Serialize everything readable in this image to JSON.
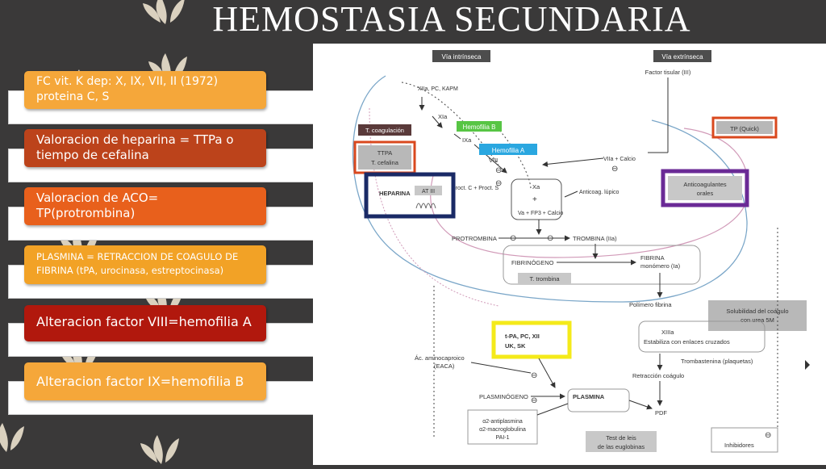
{
  "title": "HEMOSTASIA SECUNDARIA",
  "colors": {
    "background": "#3a3939",
    "leaf": "#ece2cf",
    "pill_yellow": "#f5a623",
    "pill_orange": "#e2611c",
    "pill_red": "#b1180d"
  },
  "items": [
    {
      "text": "FC vit. K dep: X, IX, VII, II (1972) proteina C, S"
    },
    {
      "text": "Valoracion de heparina = TTPa o tiempo de cefalina"
    },
    {
      "text": "Valoracion de ACO= TP(protrombina)"
    },
    {
      "text": "PLASMINA = RETRACCION DE COAGULO DE FIBRINA (tPA, urocinasa, estreptocinasa)"
    },
    {
      "text": "Alteracion factor VIII=hemofilia A"
    },
    {
      "text": "Alteracion factor IX=hemofilia B"
    }
  ],
  "diagram": {
    "via_intrinseca": "Vía intrínseca",
    "via_extrinseca": "Vía extrínseca",
    "factor_tisular": "Factor tisular (III)",
    "xiia": "XIIa, PC, KAPM",
    "xia": "XIa",
    "ixa": "IXa",
    "viii": "VIII",
    "xa": "Xa",
    "plus": "+",
    "va": "Va + FP3 + Calcio",
    "viia": "VIIa + Calcio",
    "proct_c": "Proct. C + Proct. S",
    "anticoag_lupico": "Anticoag. lúpico",
    "t_coagulacion": "T. coagulación",
    "ttpa_l1": "TTPA",
    "ttpa_l2": "T. cefalina",
    "heparina": "HEPARINA",
    "at3": "AT III",
    "hemofilia_b": "Hemofilia B",
    "hemofilia_a": "Hemofilia A",
    "tp": "TP (Quick)",
    "anticoag_orales_l1": "Anticoagulantes",
    "anticoag_orales_l2": "orales",
    "protrombina": "PROTROMBINA",
    "trombina": "TROMBINA (IIa)",
    "fibrinogeno": "FIBRINÓGENO",
    "fibrina_l1": "FIBRINA",
    "fibrina_l2": "monómero (Ia)",
    "t_trombina": "T. trombina",
    "polimero": "Polímero fibrina",
    "solubilidad_l1": "Solubilidad del coágulo",
    "solubilidad_l2": "con urea 5M",
    "xiiia_l1": "XIIIa",
    "xiiia_l2": "Estabiliza con enlaces cruzados",
    "trombastenina": "Trombastenina (plaquetas)",
    "retraccion": "Retracción coágulo",
    "tpa_l1": "t-PA, PC, XII",
    "tpa_l2": "UK, SK",
    "eaca_l1": "Ác. aminocaproico",
    "eaca_l2": "(EACA)",
    "plasminogeno": "PLASMINÓGENO",
    "plasmina": "PLASMINA",
    "pdf": "PDF",
    "alfa2_l1": "α2-antiplasmina",
    "alfa2_l2": "α2-macroglobulina",
    "alfa2_l3": "PAI-1",
    "test_l1": "Test de leis",
    "test_l2": "de las euglobinas",
    "inhibidores": "Inhibidores",
    "minus": "⊖"
  }
}
